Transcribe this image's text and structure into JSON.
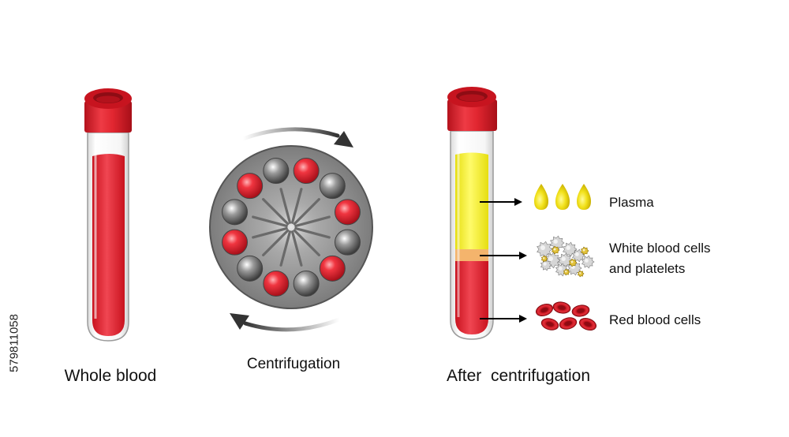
{
  "labels": {
    "whole_blood": "Whole blood",
    "centrifugation": "Centrifugation",
    "after_centrifugation": "After  centrifugation",
    "plasma": "Plasma",
    "wbc_line1": "White blood cells",
    "wbc_line2": "and platelets",
    "rbc": "Red blood cells"
  },
  "stock_id": "579811058",
  "rotor_balls": [
    "red",
    "grey",
    "red",
    "grey",
    "red",
    "grey",
    "red",
    "grey",
    "red",
    "grey",
    "red",
    "grey"
  ],
  "colors": {
    "blood_red": "#e31e2b",
    "cap_red": "#d81f2a",
    "plasma_yellow": "#f5ef20",
    "buffy_coat": "#f4b46c",
    "rotor_grey": "#8a8a8a",
    "arrow_dark": "#333333"
  }
}
